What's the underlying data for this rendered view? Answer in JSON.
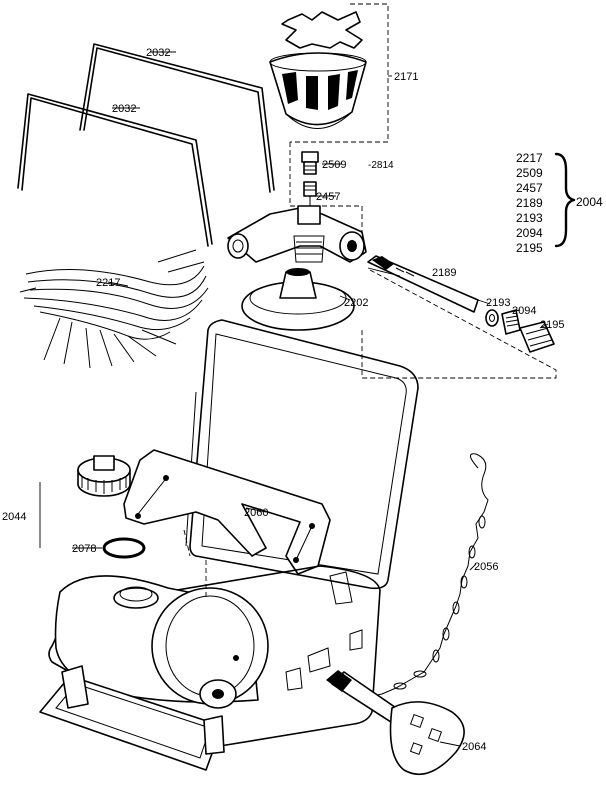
{
  "callouts": {
    "c2171": "2171",
    "c2032a": "2032",
    "c2032b": "2032",
    "c2509": "2509",
    "c2814": "-2814",
    "c2457": "2457",
    "c2217": "2217",
    "c2189": "2189",
    "c2202": "2202",
    "c2193": "2193",
    "c2094": "2094",
    "c2195": "2195",
    "c2044": "2044",
    "c2060": "2060",
    "c2078": "2078",
    "c2056": "2056",
    "c2064": "2064"
  },
  "group_2004": {
    "label": "2004",
    "members": [
      "2217",
      "2509",
      "2457",
      "2189",
      "2193",
      "2094",
      "2195"
    ]
  }
}
